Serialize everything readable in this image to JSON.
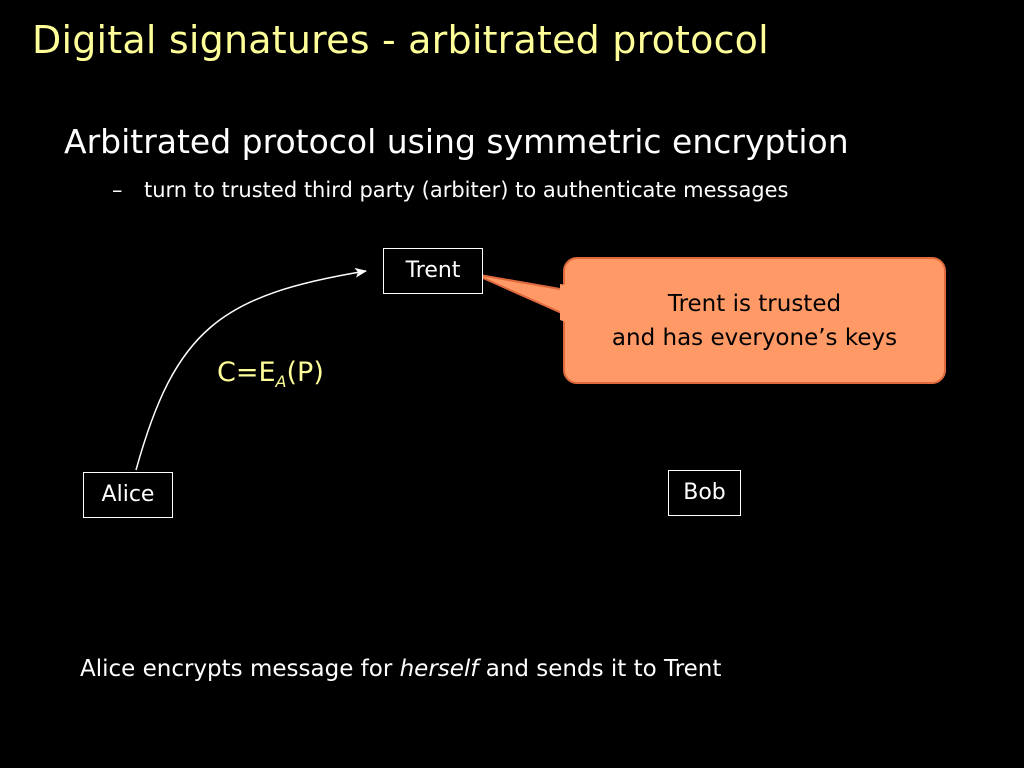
{
  "slide": {
    "title": "Digital signatures - arbitrated protocol",
    "heading": "Arbitrated protocol using symmetric encryption",
    "sub_bullet_marker": "–",
    "sub_bullet": "turn to trusted third party (arbiter) to authenticate messages"
  },
  "diagram": {
    "nodes": {
      "trent": "Trent",
      "alice": "Alice",
      "bob": "Bob"
    },
    "callout": {
      "line1": "Trent is trusted",
      "line2": "and has everyone’s keys",
      "fill_color": "#ff9966"
    },
    "edge_label": {
      "prefix": "C=E",
      "subscript": "A",
      "suffix": "(P)"
    }
  },
  "caption": {
    "before": "Alice encrypts message for ",
    "emphasis": "herself",
    "after": " and sends it to Trent"
  },
  "colors": {
    "background": "#000000",
    "title": "#ffff99",
    "text": "#ffffff",
    "callout": "#ff9966"
  }
}
